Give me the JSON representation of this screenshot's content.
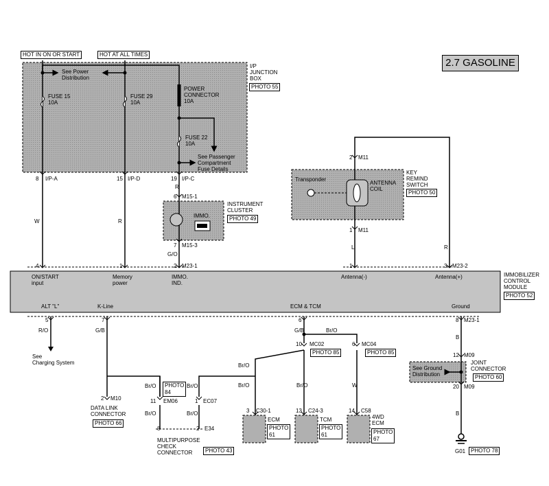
{
  "title": "2.7 GASOLINE",
  "power_labels": {
    "hot_in_on_start": "HOT IN ON OR START",
    "hot_at_all_times": "HOT AT ALL TIMES"
  },
  "junction_box": {
    "name": "I/P\nJUNCTION\nBOX",
    "photo": "PHOTO 55",
    "see_power": "See Power\nDistribution",
    "fuse15": "FUSE 15\n10A",
    "fuse29": "FUSE 29\n10A",
    "power_conn": "POWER\nCONNECTOR\n10A",
    "fuse22": "FUSE 22\n10A",
    "see_passenger": "See Passenger\nCompartment\nFuse Details"
  },
  "pins": {
    "ipa": "8",
    "ipa_name": "I/P-A",
    "ipd": "15",
    "ipd_name": "I/P-D",
    "ipc": "19",
    "ipc_name": "I/P-C",
    "m15_1_pin": "6",
    "m15_1": "M15-1",
    "m15_3_pin": "7",
    "m15_3": "M15-3",
    "m11_top_pin": "2",
    "m11_top": "M11",
    "m11_bot_pin": "1",
    "m11_bot": "M11",
    "m23_4": "4",
    "m23_1a": "1",
    "m23_2a": "2",
    "m23_1": "M23-1",
    "m23_ant1": "1",
    "m23_ant3": "3",
    "m23_2": "M23-2",
    "b5": "5",
    "b7": "7",
    "b6": "6",
    "b8": "8",
    "m23_1b": "M23-1",
    "mc02_pin": "10",
    "mc02": "MC02",
    "mc04_pin": "6",
    "mc04": "MC04",
    "m09_top_pin": "12",
    "m09_top": "M09",
    "m09_bot_pin": "20",
    "m09_bot": "M09",
    "m10_pin": "2",
    "m10": "M10",
    "em06_pin": "11",
    "em06": "EM06",
    "ec07_pin": "1",
    "ec07": "EC07",
    "e34_8": "8",
    "e34_2": "2",
    "e34": "E34",
    "c30_pin": "3",
    "c30": "C30-1",
    "c24_pin": "13",
    "c24": "C24-3",
    "c58_pin": "14",
    "c58": "C58"
  },
  "wires": {
    "w": "W",
    "r1": "R",
    "r_ipc": "R",
    "go": "G/O",
    "l": "L",
    "r2": "R",
    "ro": "R/O",
    "gb1": "G/B",
    "gb2": "G/B",
    "bro_top": "Br/O",
    "bro_left": "Br/O",
    "bro_em06": "Br/O",
    "bro_em06b": "Br/O",
    "bro_ec07": "Br/O",
    "bro_ec07b": "Br/O",
    "bro_tcm": "Br/O",
    "w2": "W",
    "b1": "B",
    "b2": "B"
  },
  "instrument_cluster": {
    "name": "INSTRUMENT\nCLUSTER",
    "photo": "PHOTO 49",
    "immo": "IMMO."
  },
  "key_remind": {
    "name": "KEY\nREMIND\nSWITCH",
    "photo": "PHOTO 50",
    "transponder": "Transponder",
    "coil": "ANTENNA\nCOIL"
  },
  "module": {
    "name": "IMMOBILIZER\nCONTROL\nMODULE",
    "photo": "PHOTO 52",
    "on_start": "ON/START\ninput",
    "memory": "Memory\npower",
    "immo_ind": "IMMO.\nIND.",
    "ant_minus": "Antenna(-)",
    "ant_plus": "Antenna(+)",
    "alt_l": "ALT \"L\"",
    "kline": "K-Line",
    "ecm_tcm": "ECM & TCM",
    "ground": "Ground"
  },
  "lower": {
    "see_charging": "See\nCharging System",
    "data_link": "DATA LINK\nCONNECTOR",
    "photo66": "PHOTO 66",
    "photo84": "PHOTO\n84",
    "photo85a": "PHOTO 85",
    "photo85b": "PHOTO 85",
    "multipurpose": "MULTIPURPOSE\nCHECK\nCONNECTOR",
    "photo43": "PHOTO 43",
    "ecm": "ECM",
    "photo61a": "PHOTO\n61",
    "tcm": "TCM",
    "photo61b": "PHOTO\n61",
    "ecm4wd": "4WD\nECM",
    "photo67": "PHOTO\n67",
    "see_ground": "See Ground\nDistribution",
    "joint": "JOINT\nCONNECTOR",
    "photo60": "PHOTO 60",
    "g01": "G01",
    "photo78": "PHOTO 78"
  }
}
